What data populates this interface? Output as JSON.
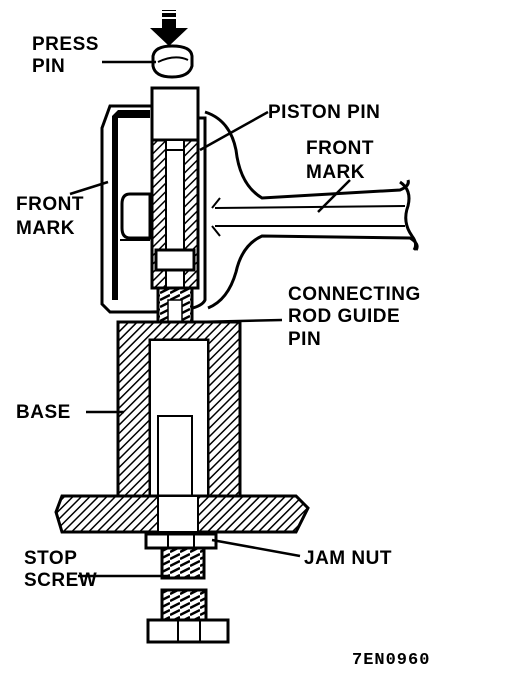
{
  "labels": {
    "press_pin": [
      "PRESS",
      "PIN"
    ],
    "piston_pin": "PISTON PIN",
    "front_mark_right": [
      "FRONT",
      "MARK"
    ],
    "front_mark_left": [
      "FRONT",
      "MARK"
    ],
    "connecting_rod_guide_pin": [
      "CONNECTING",
      "ROD GUIDE",
      "PIN"
    ],
    "base": "BASE",
    "stop_screw": [
      "STOP",
      "SCREW"
    ],
    "jam_nut": "JAM NUT"
  },
  "figure_code": "7EN0960",
  "colors": {
    "ink": "#000000",
    "paper": "#ffffff"
  }
}
